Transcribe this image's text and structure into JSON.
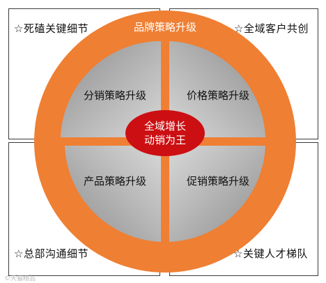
{
  "corners": {
    "top_left": "☆死磕关键细节",
    "top_right": "☆全域客户共创",
    "bottom_left": "☆总部沟通细节",
    "bottom_right": "☆关键人才梯队"
  },
  "ring": {
    "label": "品牌策略升级",
    "color": "#ef7f33"
  },
  "quadrants": {
    "top_left": "分销策略升级",
    "top_right": "价格策略升级",
    "bottom_left": "产品策略升级",
    "bottom_right": "促销策略升级",
    "fill_colors": [
      "#8f8f8f",
      "#d6d6d6"
    ]
  },
  "center": {
    "line1": "全域增长",
    "line2": "动销为王",
    "color": "#cc0f12"
  },
  "watermark": "©天猫精品"
}
